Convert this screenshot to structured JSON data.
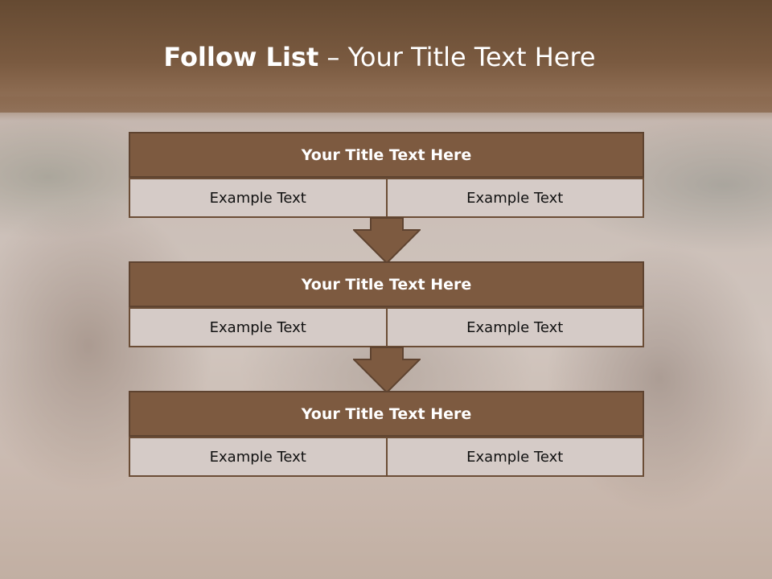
{
  "slide": {
    "title_bold": "Follow List",
    "title_rest": " – Your Title Text Here"
  },
  "blocks": [
    {
      "title": "Your Title Text Here",
      "left": "Example Text",
      "right": "Example Text"
    },
    {
      "title": "Your Title Text Here",
      "left": "Example Text",
      "right": "Example Text"
    },
    {
      "title": "Your Title Text Here",
      "left": "Example Text",
      "right": "Example Text"
    }
  ],
  "colors": {
    "header": "#7a5a40",
    "block_title": "#7d5a40",
    "cell_bg": "#d5cbc7",
    "arrow": "#7d5a40"
  }
}
